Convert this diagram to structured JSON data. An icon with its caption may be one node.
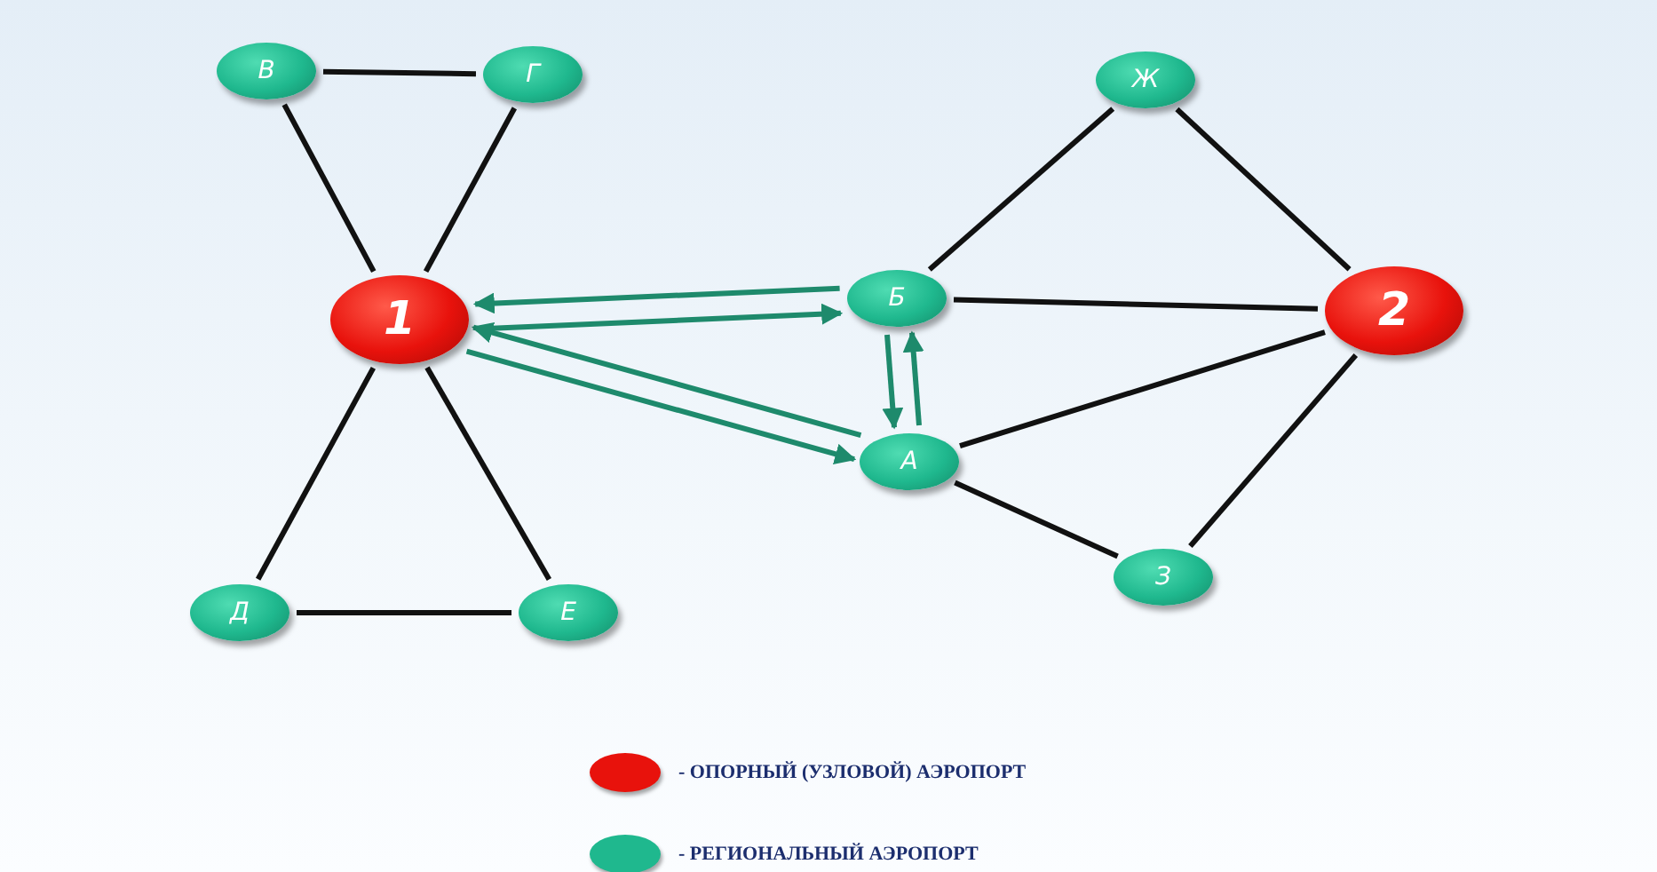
{
  "diagram": {
    "nodes": [
      {
        "text": [
          "В"
        ]
      },
      {
        "text": [
          "Г"
        ]
      },
      {
        "text": [
          "Ж"
        ]
      },
      {
        "text": [
          "1"
        ]
      },
      {
        "text": [
          "Б"
        ]
      },
      {
        "text": [
          "2"
        ]
      },
      {
        "text": [
          "А"
        ]
      },
      {
        "text": [
          "Д"
        ]
      },
      {
        "text": [
          "Е"
        ]
      },
      {
        "text": [
          "З"
        ]
      }
    ],
    "edges": [
      {
        "from": 0,
        "to": 1,
        "arrow": "none"
      },
      {
        "from": 0,
        "to": 3,
        "arrow": "none"
      },
      {
        "from": 1,
        "to": 3,
        "arrow": "none"
      },
      {
        "from": 2,
        "to": 4,
        "arrow": "none"
      },
      {
        "from": 2,
        "to": 5,
        "arrow": "none"
      },
      {
        "from": 4,
        "to": 5,
        "arrow": "none"
      },
      {
        "from": 6,
        "to": 5,
        "arrow": "none"
      },
      {
        "from": 6,
        "to": 9,
        "arrow": "none"
      },
      {
        "from": 9,
        "to": 5,
        "arrow": "none"
      },
      {
        "from": 3,
        "to": 7,
        "arrow": "none"
      },
      {
        "from": 3,
        "to": 8,
        "arrow": "none"
      },
      {
        "from": 7,
        "to": 8,
        "arrow": "none"
      },
      {
        "from": 4,
        "to": 3,
        "arrow": "to",
        "color": "#1e8a6c"
      },
      {
        "from": 3,
        "to": 4,
        "arrow": "to",
        "color": "#1e8a6c"
      },
      {
        "from": 3,
        "to": 6,
        "arrow": "to",
        "color": "#1e8a6c"
      },
      {
        "from": 6,
        "to": 3,
        "arrow": "to",
        "color": "#1e8a6c"
      },
      {
        "from": 4,
        "to": 6,
        "arrow": "to",
        "color": "#1e8a6c"
      },
      {
        "from": 6,
        "to": 4,
        "arrow": "to",
        "color": "#1e8a6c"
      }
    ],
    "legend": [
      {
        "text": "- ОПОРНЫЙ (УЗЛОВОЙ) АЭРОПОРТ",
        "color": "#e8120c"
      },
      {
        "text": "- РЕГИОНАЛЬНЫЙ АЭРОПОРТ",
        "color": "#1fb88e"
      }
    ]
  }
}
